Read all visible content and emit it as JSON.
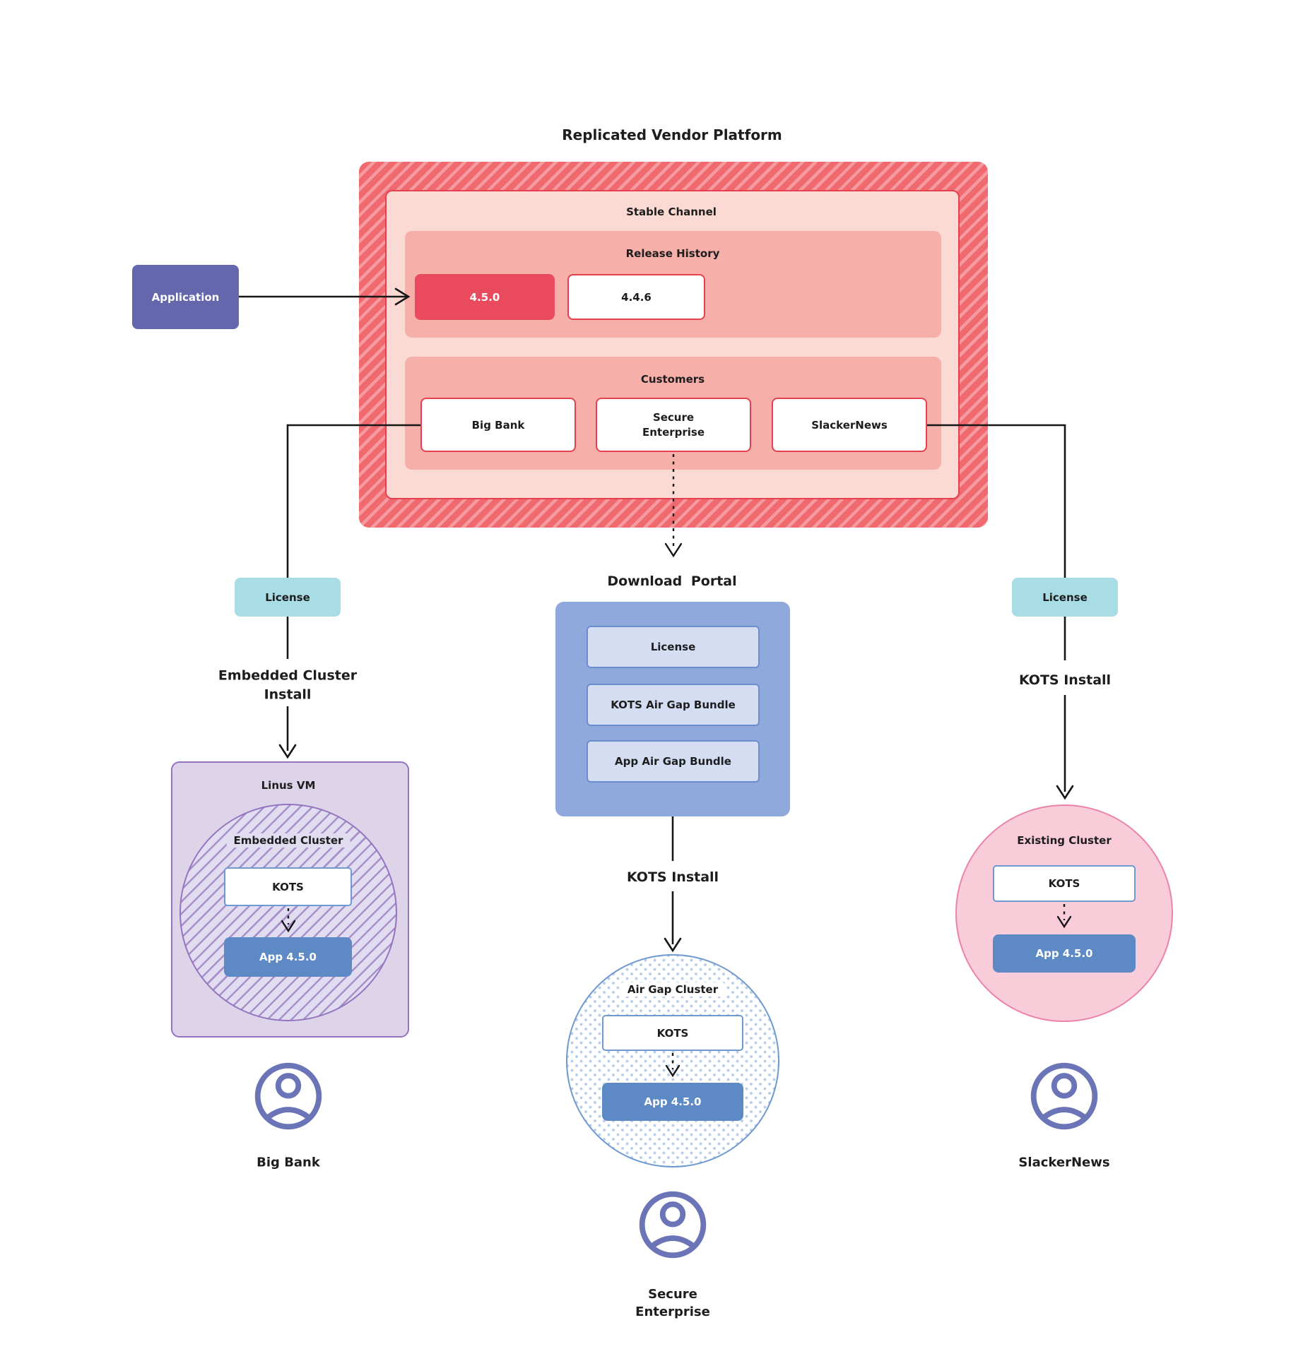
{
  "title": "Replicated Vendor Platform",
  "platform": {
    "channel_label": "Stable Channel",
    "release_history": {
      "label": "Release History",
      "releases": [
        {
          "version": "4.5.0",
          "highlighted": true
        },
        {
          "version": "4.4.6",
          "highlighted": false
        }
      ]
    },
    "customers": {
      "label": "Customers",
      "items": [
        {
          "name": "Big Bank"
        },
        {
          "name": "Secure Enterprise"
        },
        {
          "name": "SlackerNews"
        }
      ]
    }
  },
  "application": {
    "label": "Application"
  },
  "branches": {
    "left": {
      "license_label": "License",
      "install_label": "Embedded Cluster Install",
      "vm_label": "Linus VM",
      "cluster_label": "Embedded Cluster",
      "kots_label": "KOTS",
      "app_label": "App 4.5.0",
      "user_label": "Big Bank"
    },
    "middle": {
      "portal_label": "Download Portal",
      "portal_items": [
        {
          "label": "License"
        },
        {
          "label": "KOTS Air Gap Bundle"
        },
        {
          "label": "App Air Gap Bundle"
        }
      ],
      "install_label": "KOTS Install",
      "cluster_label": "Air Gap Cluster",
      "kots_label": "KOTS",
      "app_label": "App 4.5.0",
      "user_label": "Secure Enterprise"
    },
    "right": {
      "license_label": "License",
      "install_label": "KOTS Install",
      "cluster_label": "Existing Cluster",
      "kots_label": "KOTS",
      "app_label": "App 4.5.0",
      "user_label": "SlackerNews"
    }
  },
  "colors": {
    "hatch_red_dark": "#f0696f",
    "hatch_red_light": "#f59b9f",
    "channel_fill": "#fcdad4",
    "channel_border": "#e64050",
    "salmon_fill": "#f6afa9",
    "release_highlight_fill": "#ea4a5e",
    "white_box_border": "#e64050",
    "application_fill": "#6467ab",
    "license_fill": "#a9dde6",
    "portal_fill": "#8fa9dc",
    "portal_item_fill": "#d4ddf2",
    "portal_item_border": "#6b8cce",
    "app_box_fill": "#5d89c5",
    "kots_border": "#6e99d1",
    "vm_fill": "#ddd4ea",
    "vm_border": "#9474c0",
    "vm_hatch": "#a88fc9",
    "vm_circle_fill": "#e2dcf0",
    "existing_fill": "#f9ccd9",
    "existing_border": "#ed82a8",
    "airgap_dot": "#b7cde9",
    "airgap_border": "#6e99d1",
    "person_icon": "#6b74b7",
    "connector": "#161616",
    "text_dark": "#1d1d1d"
  }
}
